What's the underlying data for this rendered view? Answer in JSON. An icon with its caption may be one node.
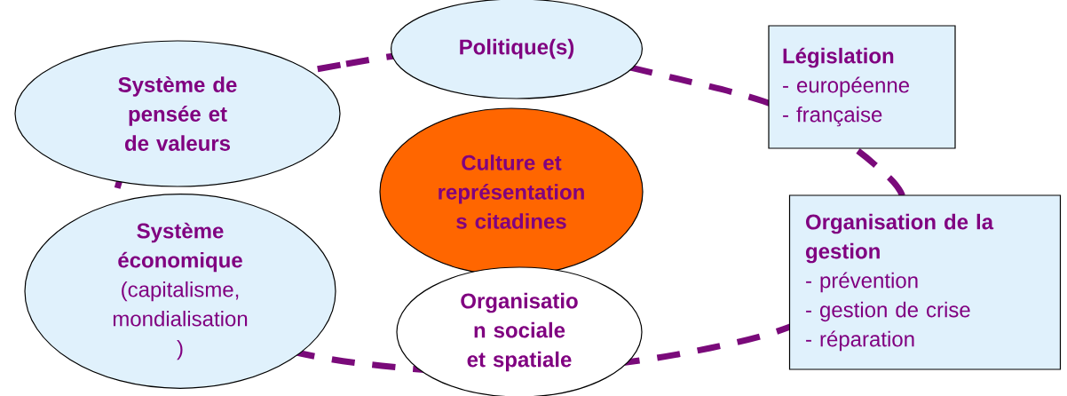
{
  "diagram": {
    "nodes": [
      {
        "text": [
          "Politique(s)"
        ]
      },
      {
        "text": [
          "Système de pensée et de valeurs"
        ]
      },
      {
        "text": [
          "Législation",
          "- européenne",
          "- française"
        ]
      },
      {
        "text": [
          "Culture et représentation s citadines"
        ]
      },
      {
        "text": [
          "Système économique",
          "(capitalisme, mondialisation )"
        ]
      },
      {
        "text": [
          "Organisation de la gestion",
          "- prévention",
          "- gestion de crise",
          "- réparation"
        ]
      },
      {
        "text": [
          "Organisatio n sociale et spatiale"
        ]
      }
    ]
  }
}
